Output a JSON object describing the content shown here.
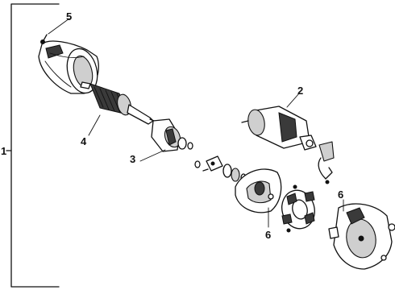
{
  "diagram": {
    "callouts": {
      "assembly": "1",
      "solenoid": "2",
      "drive": "3",
      "armature": "4",
      "yoke": "5",
      "brush_plate": "6",
      "drive_housing": "6"
    }
  }
}
